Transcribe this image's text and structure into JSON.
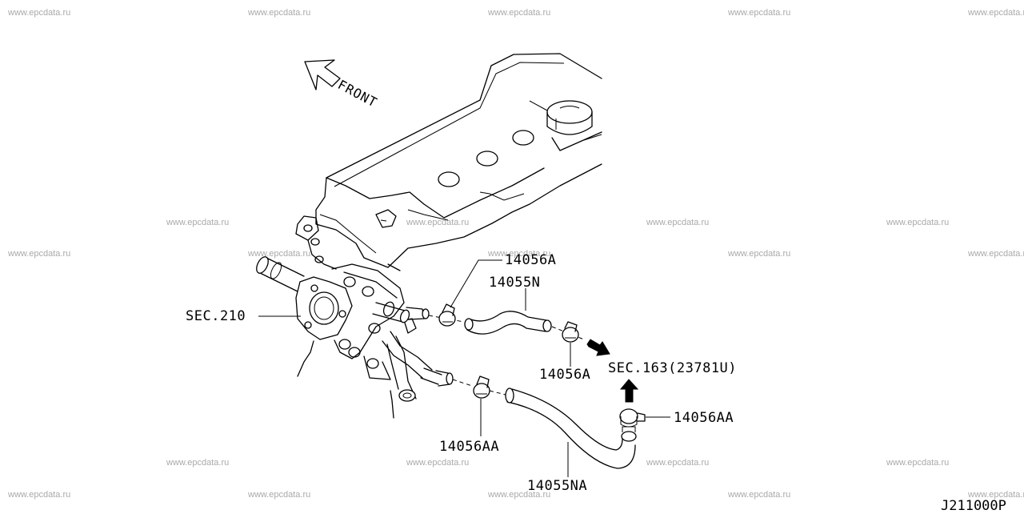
{
  "watermarks": {
    "row1": "www.epcdata.ru",
    "row2": "www.epcdata.ru",
    "row3": "www.epcdata.ru",
    "row4": "www.epcdata.ru"
  },
  "orientation": {
    "front_label": "FRONT"
  },
  "parts": {
    "clamp_upper_a": "14056A",
    "hose_upper": "14055N",
    "clamp_upper_b": "14056A",
    "clamp_lower_a": "14056AA",
    "clamp_lower_b": "14056AA",
    "hose_lower": "14055NA"
  },
  "references": {
    "thermostat_housing": "SEC.210",
    "connection": "SEC.163(23781U)"
  },
  "illustration_code": "J211000P"
}
